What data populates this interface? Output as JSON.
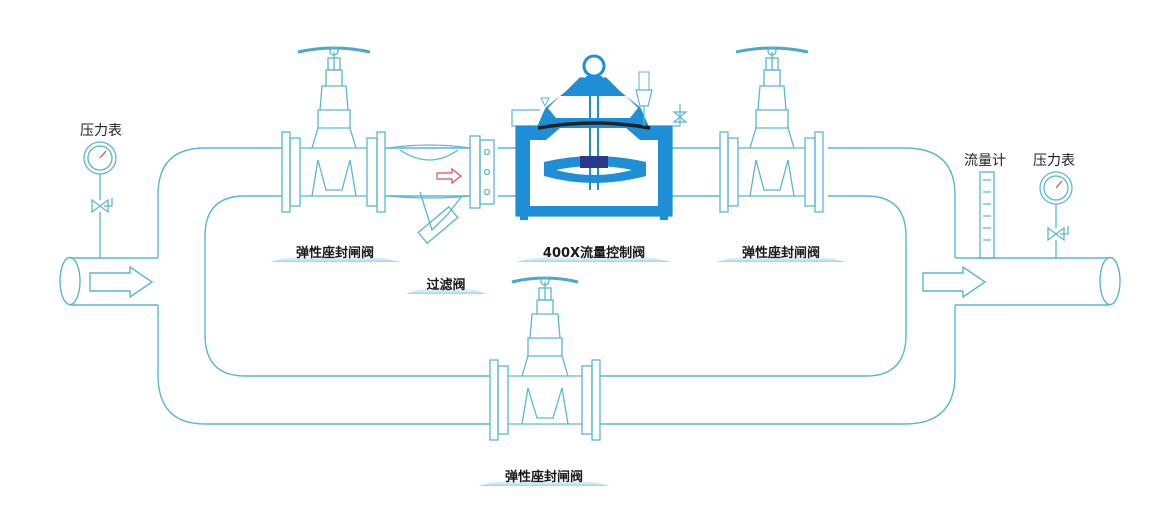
{
  "labels": {
    "gauge_left": "压力表",
    "gauge_right": "压力表",
    "flowmeter": "流量计",
    "valve_upper_left": "弹性座封闸阀",
    "strainer": "过滤阀",
    "control_valve": "400X流量控制阀",
    "valve_upper_right": "弹性座封闸阀",
    "valve_bypass": "弹性座封闸阀"
  },
  "colors": {
    "pipe_stroke": "#5bb6d6",
    "accent_blue": "#1e8fd6",
    "dark": "#222222",
    "arrow_red": "#e05050",
    "badge_blue": "#9fd3f0"
  }
}
